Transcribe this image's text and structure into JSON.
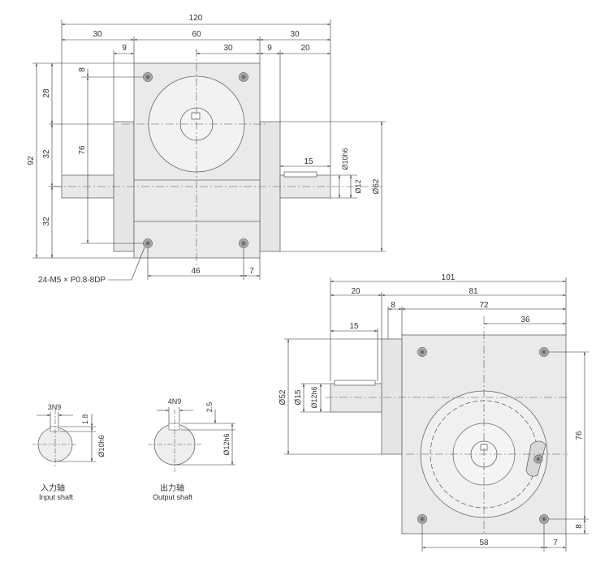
{
  "front_view": {
    "dims": {
      "overall_width": "120",
      "left_shaft": "30",
      "body_width": "60",
      "right_shaft": "30",
      "gap_left": "9",
      "half_body": "30",
      "gap_right": "9",
      "right_shaft_len": "20",
      "hole_offset_top": "8",
      "top_section": "28",
      "overall_height": "92",
      "mid_section": "32",
      "bottom_section": "32",
      "hole_pitch_v": "76",
      "key_len": "15",
      "shaft_tol": "Ø10h6",
      "shaft_dia": "Ø12",
      "flange_dia": "Ø62",
      "hole_pitch_h": "46",
      "hole_offset_side": "7"
    },
    "callout": "24-M5 × P0.8-8DP"
  },
  "side_view": {
    "dims": {
      "overall_width": "101",
      "shaft_len": "20",
      "body_len": "81",
      "gap": "8",
      "body_main": "72",
      "center_offset": "36",
      "key_len": "15",
      "flange_dia": "Ø52",
      "shaft_dia": "Ø15",
      "shaft_tol": "Ø12h6",
      "hole_pitch_v": "76",
      "hole_offset_bottom": "8",
      "hole_pitch_h": "58",
      "hole_offset_side": "7"
    }
  },
  "input_shaft": {
    "key_width": "3N9",
    "key_depth": "1.8",
    "tol": "Ø10h6",
    "label_cn": "入力轴",
    "label_en": "Input shaft"
  },
  "output_shaft": {
    "key_width": "4N9",
    "key_depth": "2.5",
    "tol": "Ø12h6",
    "label_cn": "出力轴",
    "label_en": "Output shaft"
  }
}
